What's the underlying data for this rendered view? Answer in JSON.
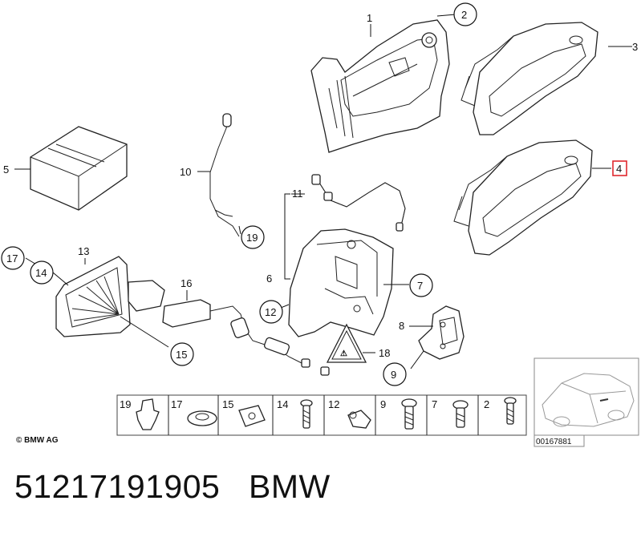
{
  "diagram": {
    "callouts": [
      {
        "id": "c1",
        "label": "1",
        "circled": false
      },
      {
        "id": "c2",
        "label": "2",
        "circled": true
      },
      {
        "id": "c3",
        "label": "3",
        "circled": false
      },
      {
        "id": "c4",
        "label": "4",
        "circled": false,
        "highlighted": true
      },
      {
        "id": "c5",
        "label": "5",
        "circled": false
      },
      {
        "id": "c6",
        "label": "6",
        "circled": false
      },
      {
        "id": "c7",
        "label": "7",
        "circled": true
      },
      {
        "id": "c8",
        "label": "8",
        "circled": false
      },
      {
        "id": "c9",
        "label": "9",
        "circled": true
      },
      {
        "id": "c10",
        "label": "10",
        "circled": false
      },
      {
        "id": "c11",
        "label": "11",
        "circled": false
      },
      {
        "id": "c12",
        "label": "12",
        "circled": true
      },
      {
        "id": "c13",
        "label": "13",
        "circled": false
      },
      {
        "id": "c14",
        "label": "14",
        "circled": true
      },
      {
        "id": "c15",
        "label": "15",
        "circled": true
      },
      {
        "id": "c16",
        "label": "16",
        "circled": false
      },
      {
        "id": "c17",
        "label": "17",
        "circled": true
      },
      {
        "id": "c18",
        "label": "18",
        "circled": false
      },
      {
        "id": "c19",
        "label": "19",
        "circled": true
      }
    ],
    "strip_items": [
      "19",
      "17",
      "15",
      "14",
      "12",
      "9",
      "7",
      "2"
    ],
    "copyright": "© BMW AG",
    "reference_number": "00167881",
    "highlight_color": "#e0282e"
  },
  "caption": {
    "part_number": "51217191905",
    "brand": "BMW"
  }
}
